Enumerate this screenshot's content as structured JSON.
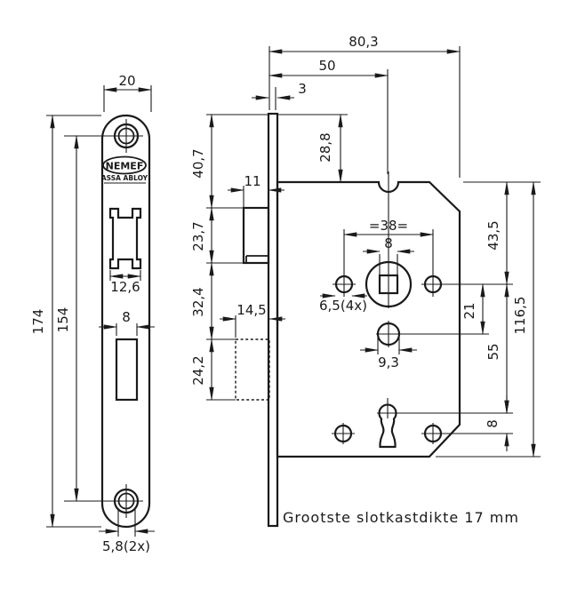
{
  "drawing": {
    "brand": {
      "name": "NEMEF",
      "group": "ASSA ABLOY"
    },
    "note": "Grootste slotkastdikte 17 mm",
    "front": {
      "plate_width": "20",
      "plate_height": "174",
      "screw_spacing": "154",
      "latch_cutout_width": "12,6",
      "bolt_cutout_width": "8",
      "screw_hole_dia": "5,8(2x)"
    },
    "side": {
      "total_depth": "80,3",
      "backset": "50",
      "faceplate_thickness": "3",
      "top_to_case": "28,8",
      "top_to_latch": "40,7",
      "latch_protrusion": "11",
      "latch_height": "23,7",
      "latch_to_bolt": "32,4",
      "bolt_protrusion": "14,5",
      "bolt_height": "24,2",
      "fixing_hole_spacing": "=38=",
      "spindle_size": "8",
      "fixing_hole_dia": "6,5(4x)",
      "cylinder_hole_dia": "9,3",
      "spindle_to_cylinder": "21",
      "case_top_to_spindle": "43,5",
      "spindle_to_keyhole": "55",
      "case_height": "116,5",
      "keyhole_to_bottom": "8"
    }
  }
}
